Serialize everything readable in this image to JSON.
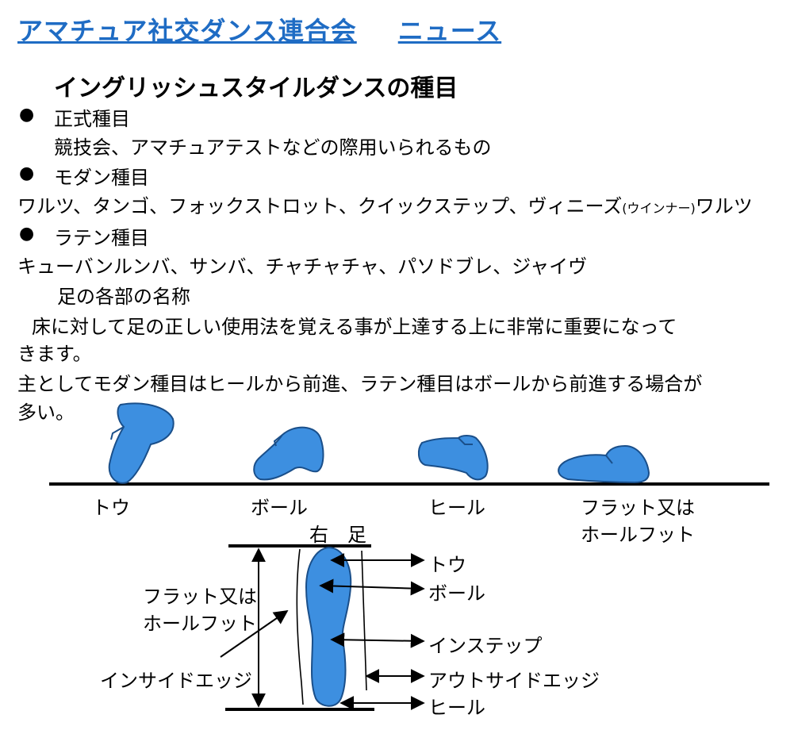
{
  "header": {
    "org": "アマチュア社交ダンス連合会",
    "news": "ニュース"
  },
  "title": "イングリッシュスタイルダンスの種目",
  "sections": [
    {
      "bullet": "●",
      "label": "正式種目",
      "text": "競技会、アマチュアテストなどの際用いられるもの"
    },
    {
      "bullet": "●",
      "label": "モダン種目",
      "text_main": "ワルツ、タンゴ、フォックストロット、クイックステップ、ヴィニーズ",
      "text_small": "(ウインナー)",
      "text_end": "ワルツ"
    },
    {
      "bullet": "●",
      "label": "ラテン種目",
      "text": "キューバンルンバ、サンバ、チャチャチャ、パソドブレ、ジャイヴ"
    }
  ],
  "foot_heading": "足の各部の名称",
  "paragraph1_line1": "床に対して足の正しい使用法を覚える事が上達する上に非常に重要になって",
  "paragraph1_line2": "きます。",
  "paragraph2_line1": "主としてモダン種目はヒールから前進、ラテン種目はボールから前進する場合が",
  "paragraph2_line2": "多い。",
  "positions": {
    "toe": "トウ",
    "ball": "ボール",
    "heel": "ヒール",
    "flat_line1": "フラット又は",
    "flat_line2": "ホールフット"
  },
  "right_foot": {
    "title": "右　足",
    "toe": "トウ",
    "ball": "ボール",
    "instep": "インステップ",
    "outside_edge": "アウトサイドエッジ",
    "heel": "ヒール",
    "flat_line1": "フラット又は",
    "flat_line2": "ホールフット",
    "inside_edge": "インサイドエッジ"
  },
  "colors": {
    "header": "#1f6cc4",
    "foot_fill": "#3d8fe0",
    "foot_stroke": "#1a4f8a"
  }
}
